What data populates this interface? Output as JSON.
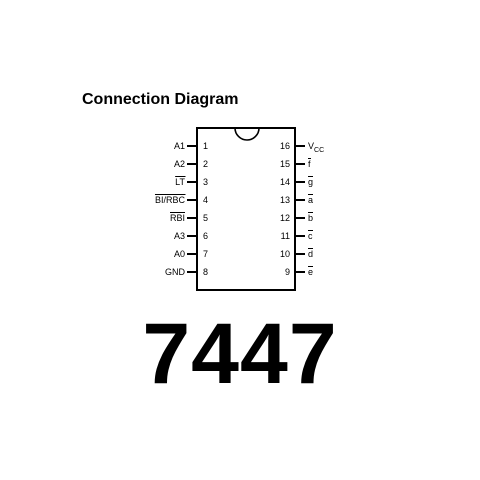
{
  "diagram": {
    "title": "Connection Diagram",
    "part_number": "7447",
    "left_pins": [
      {
        "num": "1",
        "name": "A1",
        "overline": false
      },
      {
        "num": "2",
        "name": "A2",
        "overline": false
      },
      {
        "num": "3",
        "name": "LT",
        "overline": true
      },
      {
        "num": "4",
        "name": "BI/RBC",
        "overline": true
      },
      {
        "num": "5",
        "name": "RBI",
        "overline": true
      },
      {
        "num": "6",
        "name": "A3",
        "overline": false
      },
      {
        "num": "7",
        "name": "A0",
        "overline": false
      },
      {
        "num": "8",
        "name": "GND",
        "overline": false
      }
    ],
    "right_pins": [
      {
        "num": "16",
        "name": "V",
        "sub": "CC",
        "overline": false
      },
      {
        "num": "15",
        "name": "f",
        "overline": true
      },
      {
        "num": "14",
        "name": "g",
        "overline": true
      },
      {
        "num": "13",
        "name": "a",
        "overline": true
      },
      {
        "num": "12",
        "name": "b",
        "overline": true
      },
      {
        "num": "11",
        "name": "c",
        "overline": true
      },
      {
        "num": "10",
        "name": "d",
        "overline": true
      },
      {
        "num": "9",
        "name": "e",
        "overline": true
      }
    ]
  }
}
